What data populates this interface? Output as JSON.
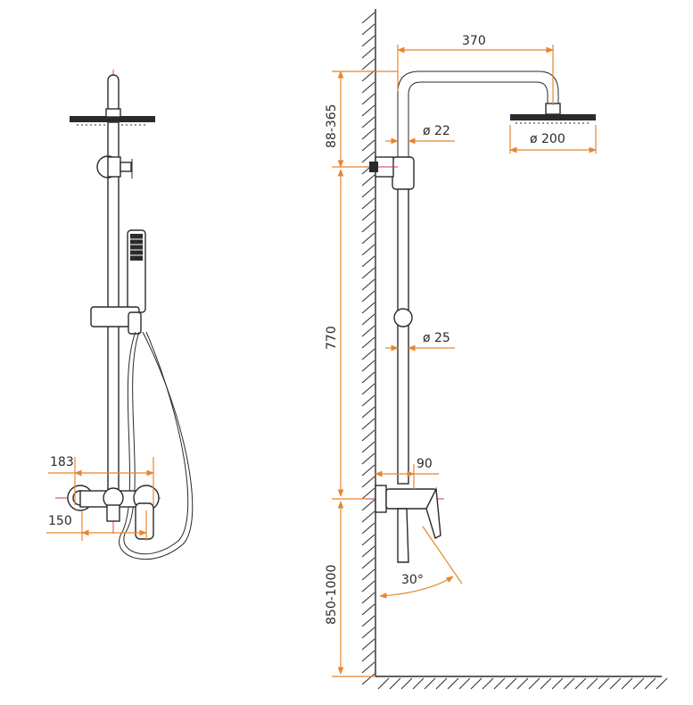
{
  "front_view": {
    "width_top": "183",
    "width_bottom": "150"
  },
  "side_view": {
    "arm_reach": "370",
    "height_adjust": "88-365",
    "head_diameter": "ø 200",
    "arm_diameter": "ø 22",
    "rail_diameter": "ø 25",
    "rail_length": "770",
    "mixer_depth": "90",
    "lever_angle": "30°",
    "mixer_height": "850-1000"
  },
  "colors": {
    "dimension": "#e8852f",
    "axis": "#d9344a",
    "ink": "#2a2a2a"
  }
}
